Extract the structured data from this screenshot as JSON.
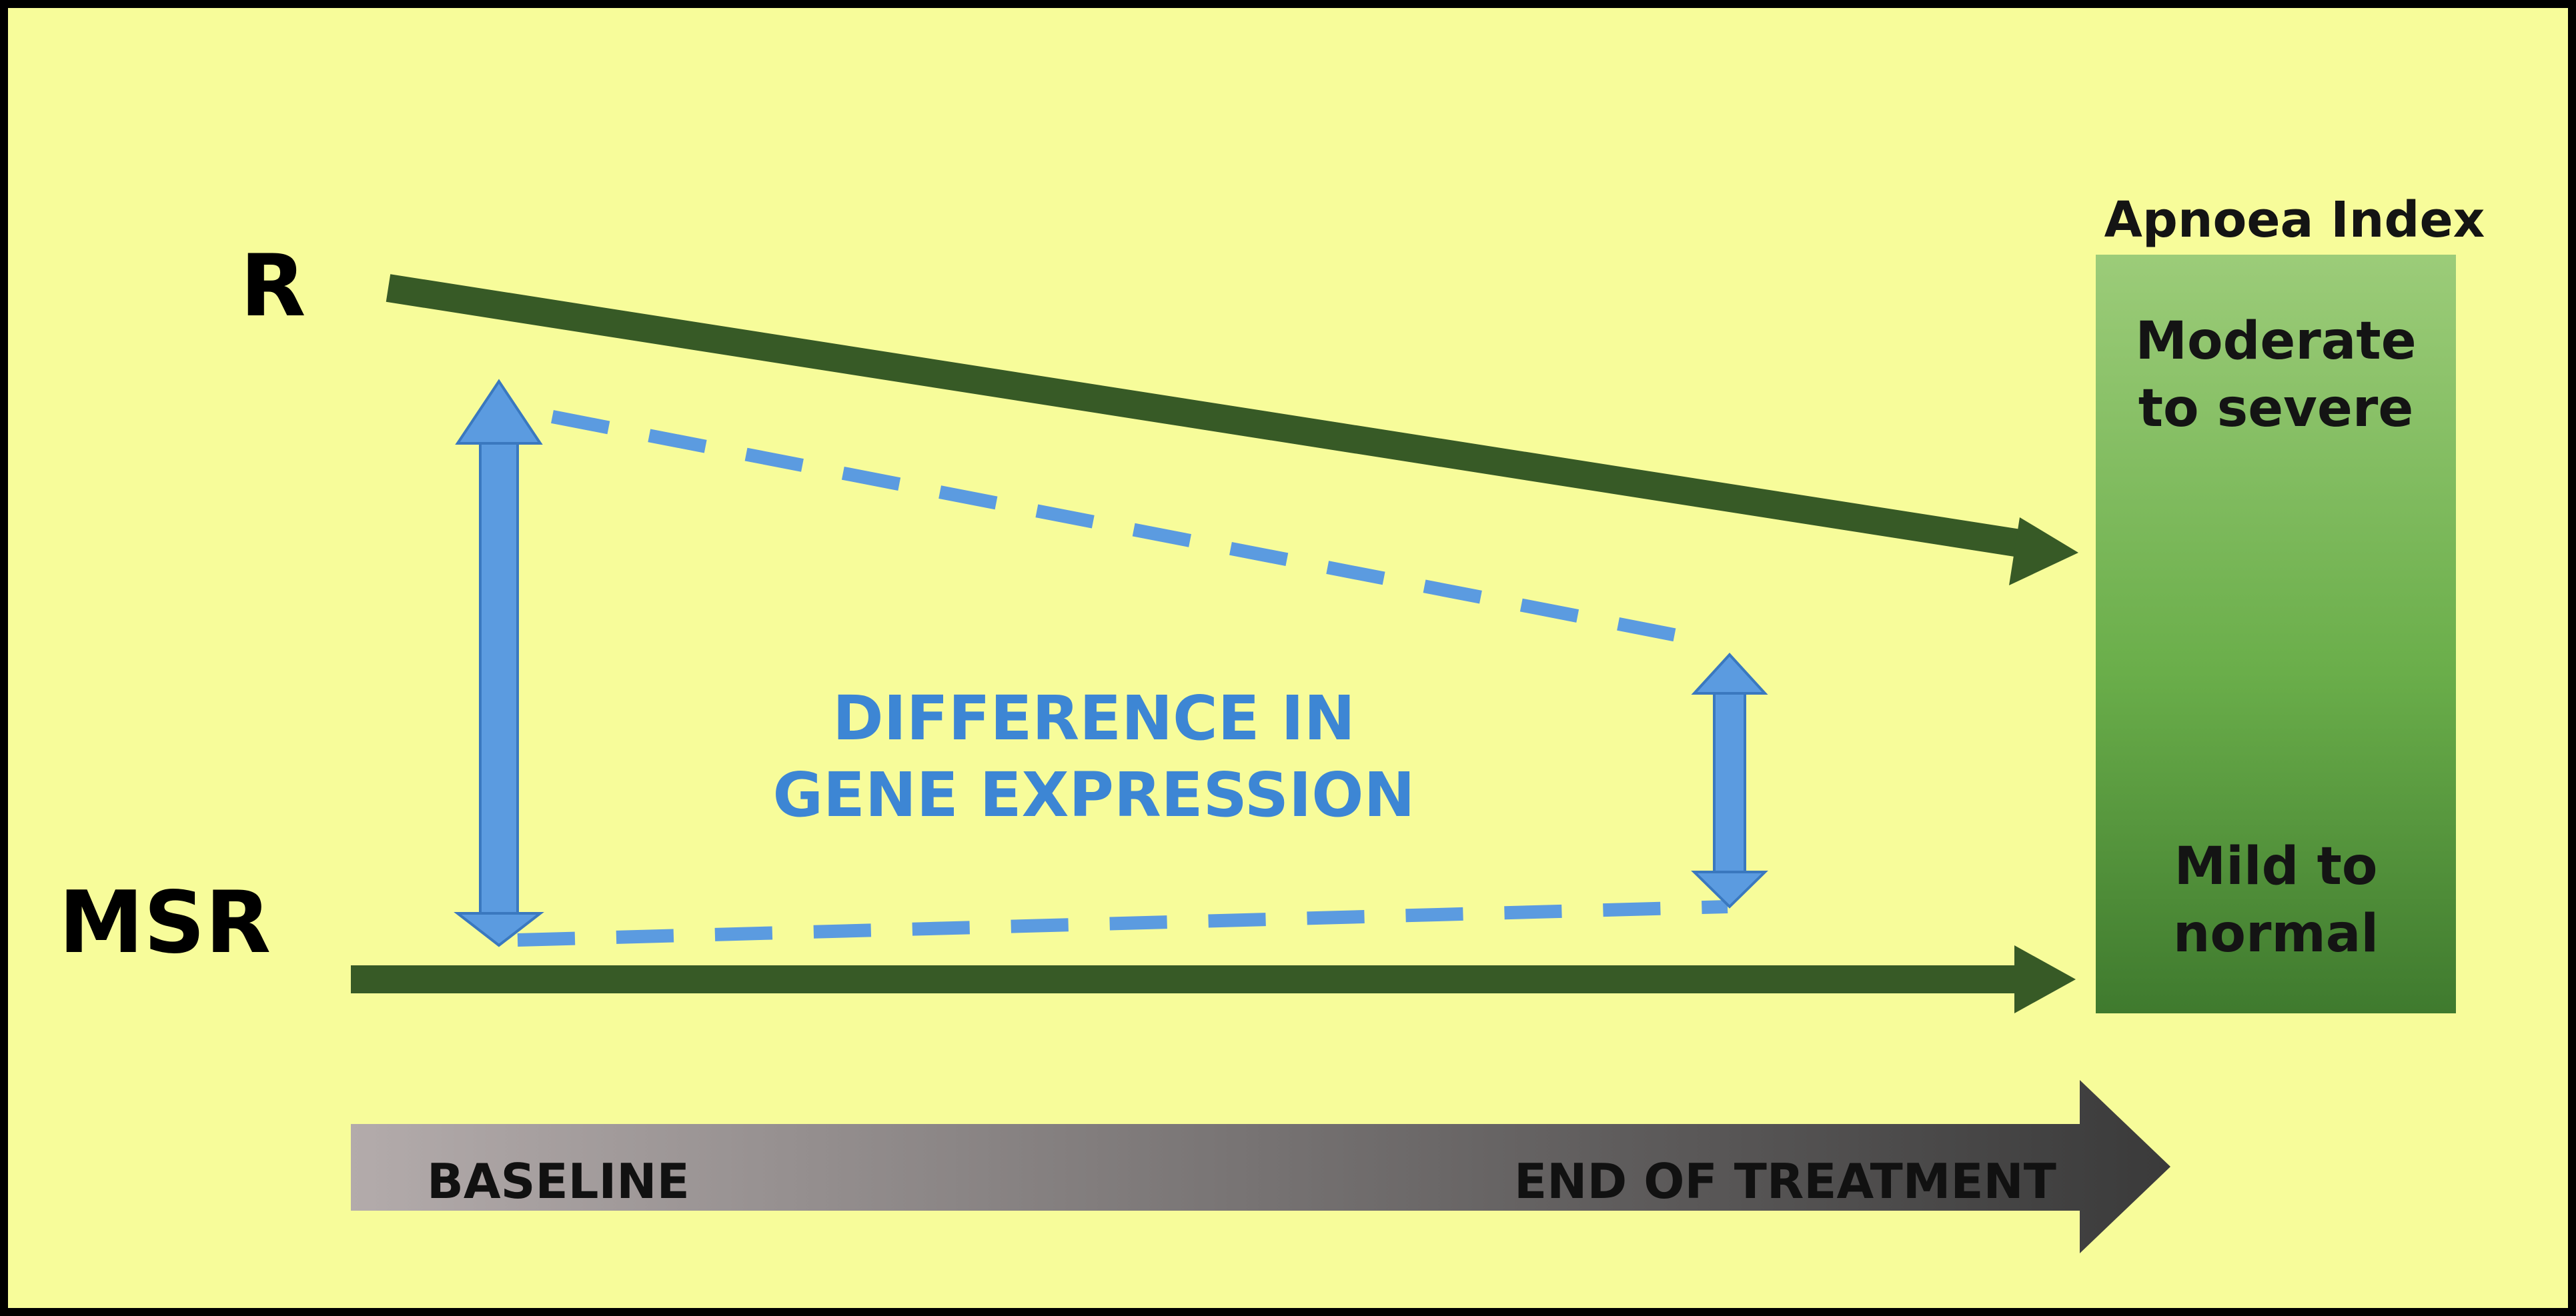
{
  "groups": {
    "responder": "R",
    "non_responder": "MSR"
  },
  "difference_label": "DIFFERENCE IN GENE EXPRESSION",
  "difference_lines": [
    "DIFFERENCE IN",
    "GENE EXPRESSION"
  ],
  "apnoea_index": {
    "title": "Apnoea Index",
    "top_lines": [
      "Moderate",
      "to severe"
    ],
    "bottom_lines": [
      "Mild to",
      "normal"
    ]
  },
  "timeline": {
    "start": "BASELINE",
    "end": "END OF TREATMENT"
  },
  "colors": {
    "background": "#f7fc9a",
    "trend_line": "#375a26",
    "gene_expression": "#5b9be0",
    "index_bar_top": "#9ccc79",
    "index_bar_bottom": "#3f7a2e",
    "timeline_start": "#b3abab",
    "timeline_end": "#3a3a3a"
  }
}
